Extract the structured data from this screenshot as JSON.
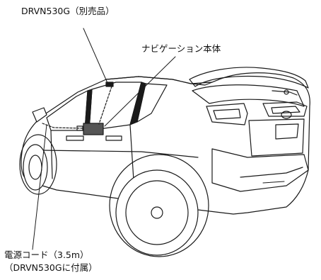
{
  "labels": {
    "recorder": "DRVN530G（別売品）",
    "navigation_unit": "ナビゲーション本体",
    "power_cord_line1": "電源コード（3.5m）",
    "power_cord_line2": "（DRVN530Gに付属）"
  }
}
